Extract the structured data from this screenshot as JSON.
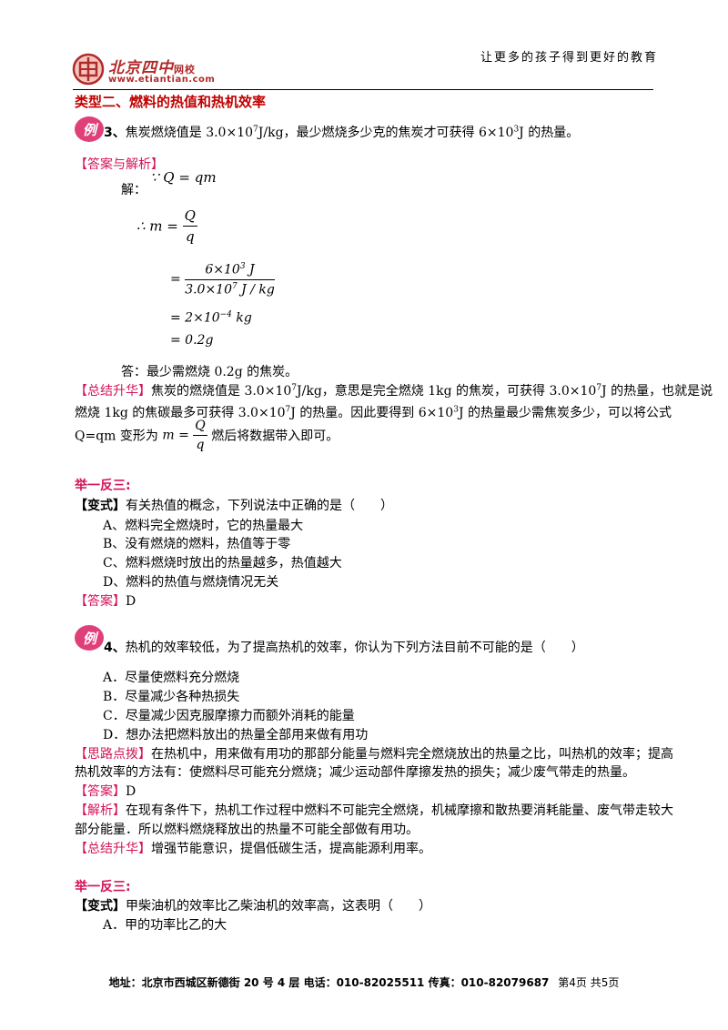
{
  "header": {
    "slogan": "让更多的孩子得到更好的教育",
    "logo_text": "北京四中",
    "logo_sub": "网校",
    "logo_url": "www.etiantian.com"
  },
  "section_title": "类型二、燃料的热值和热机效率",
  "ex3": {
    "num": "3、",
    "question_a": "焦炭燃烧值是 3.0×10",
    "question_exp": "7",
    "question_b": "J/kg，最少燃烧多少克的焦炭才可获得 6×10",
    "question_exp2": "3",
    "question_c": "J 的热量。",
    "answer_tag": "【答案与解析】",
    "jie": "解：",
    "because": "∵ Q = qm",
    "therefore": "∴ m =",
    "f_num": "Q",
    "f_den": "q",
    "eq_eq1": "=",
    "f2_num": "6×10",
    "f2_num_exp": "3",
    "f2_num_unit": " J",
    "f2_den": "3.0×10",
    "f2_den_exp": "7",
    "f2_den_unit": " J / kg",
    "eq2": "= 2×10",
    "eq2_exp": "−4",
    "eq2_unit": " kg",
    "eq3": "= 0.2g",
    "answer_line": "答：最少需燃烧 0.2g 的焦炭。",
    "summary_tag": "【总结升华】",
    "summary_1a": "焦炭的燃烧值是 3.0×10",
    "summary_1b": "J/kg，意思是完全燃烧 1kg 的焦炭，可获得 3.0×10",
    "summary_1c": "J 的热量，也就是说",
    "summary_2a": "燃烧 1kg 的焦碳最多可获得 3.0×10",
    "summary_2b": "J 的热量。因此要得到 6×10",
    "summary_2c": "J 的热量最少需焦炭多少，可以将公式",
    "summary_3a": "Q=qm 变形为",
    "summary_3m": "m =",
    "summary_3b": "燃后将数据带入即可。",
    "exp7": "7",
    "exp3": "3"
  },
  "variant1": {
    "heading": "举一反三:",
    "tag": "【变式】",
    "question": "有关热值的概念，下列说法中正确的是（　　）",
    "options": [
      "A、燃料完全燃烧时，它的热量最大",
      "B、没有燃烧的燃料，热值等于零",
      "C、燃料燃烧时放出的热量越多，热值越大",
      "D、燃料的热值与燃烧情况无关"
    ],
    "answer_tag": "【答案】",
    "answer": "D"
  },
  "ex4": {
    "num": "4、",
    "question": "热机的效率较低，为了提高热机的效率，你认为下列方法目前不可能的是（　　）",
    "options": [
      "A．尽量使燃料充分燃烧",
      "B．尽量减少各种热损失",
      "C．尽量减少因克服摩擦力而额外消耗的能量",
      "D．想办法把燃料放出的热量全部用来做有用功"
    ],
    "hint_tag": "【思路点拨】",
    "hint_1": "在热机中，用来做有用功的那部分能量与燃料完全燃烧放出的热量之比，叫热机的效率；提高",
    "hint_2": "热机效率的方法有：使燃料尽可能充分燃烧；减少运动部件摩擦发热的损失；减少废气带走的热量。",
    "answer_tag": "【答案】",
    "answer": "D",
    "analysis_tag": "【解析】",
    "analysis_1": "在现有条件下，热机工作过程中燃料不可能完全燃烧，机械摩擦和散热要消耗能量、废气带走较大",
    "analysis_2": "部分能量．所以燃料燃烧释放出的热量不可能全部做有用功。",
    "summary_tag": "【总结升华】",
    "summary": "增强节能意识，提倡低碳生活，提高能源利用率。"
  },
  "variant2": {
    "heading": "举一反三:",
    "tag": "【变式】",
    "question": "甲柴油机的效率比乙柴油机的效率高，这表明（　　）",
    "options": [
      "A．甲的功率比乙的大"
    ]
  },
  "footer": {
    "address": "地址：北京市西城区新德街 20 号 4 层  电话：010-82025511  传真：010-82079687",
    "page": "第4页  共5页"
  },
  "colors": {
    "accent": "#d4145a",
    "brand": "#b22a2a",
    "section": "#c00000"
  },
  "icons": {
    "logo": "globe-logo-icon",
    "example": "example-badge-icon"
  }
}
